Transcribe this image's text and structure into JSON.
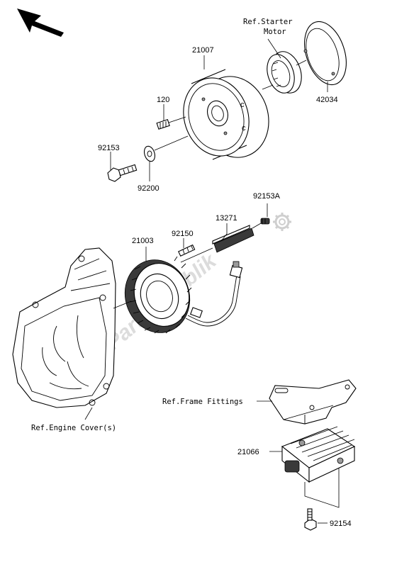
{
  "diagram": {
    "parts": {
      "p21007": "21007",
      "p120": "120",
      "p92153": "92153",
      "p92200": "92200",
      "p42034": "42034",
      "p92153A": "92153A",
      "p13271": "13271",
      "p92150": "92150",
      "p21003": "21003",
      "p21066": "21066",
      "p92154": "92154"
    },
    "refs": {
      "starter_line1": "Ref.Starter",
      "starter_line2": "Motor",
      "frame_fittings": "Ref.Frame Fittings",
      "engine_cover": "Ref.Engine Cover(s)"
    },
    "watermark": "Partsrepublik",
    "icons": [
      "front-direction-arrow-icon",
      "gear-icon"
    ]
  }
}
